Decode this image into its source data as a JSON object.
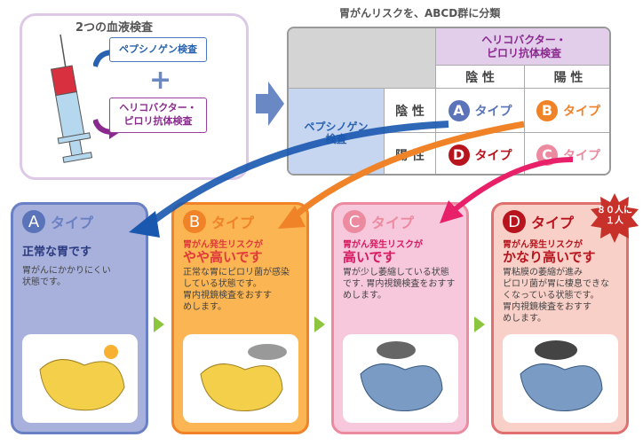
{
  "title": "胃がんリスクを、ABCD群に分類",
  "blood_tests": {
    "title": "2つの血液検査",
    "pepsinogen": "ペプシノゲン検査",
    "plus": "+",
    "hp": "ヘリコバクター・\nピロリ抗体検査"
  },
  "table": {
    "col_header": "ヘリコバクター・\nピロリ抗体検査",
    "row_header": "ペプシノゲン\n検査",
    "negative": "陰 性",
    "positive": "陽 性",
    "cells": [
      {
        "letter": "A",
        "label": "タイプ"
      },
      {
        "letter": "B",
        "label": "タイプ"
      },
      {
        "letter": "D",
        "label": "タイプ"
      },
      {
        "letter": "C",
        "label": "タイプ"
      }
    ]
  },
  "cards": [
    {
      "letter": "A",
      "label": "タイプ",
      "risk1": "",
      "risk2": "正常な胃です",
      "desc": "胃がんにかかりにくい\n状態です。"
    },
    {
      "letter": "B",
      "label": "タイプ",
      "risk1": "胃がん発生リスクが",
      "risk2": "やや高いです",
      "desc": "正常な胃にピロリ菌が感染\nしている状態です。\n胃内視鏡検査をおすす\nめします。"
    },
    {
      "letter": "C",
      "label": "タイプ",
      "risk1": "胃がん発生リスクが",
      "risk2": "高いです",
      "desc": "胃が少し萎縮している状態\nです. 胃内視鏡検査をおすす\nめします。"
    },
    {
      "letter": "D",
      "label": "タイプ",
      "risk1": "胃がん発生リスクが",
      "risk2": "かなり高いです",
      "desc": "胃粘膜の萎縮が進み\nピロリ菌が胃に棲息できな\nくなっている状態です。\n胃内視鏡検査をおすす\nめします。"
    }
  ],
  "star_badge": "８０人に\n１人",
  "colors": {
    "A": "#5b73b8",
    "B": "#f08228",
    "C": "#ec8aa0",
    "D": "#b8141e"
  }
}
